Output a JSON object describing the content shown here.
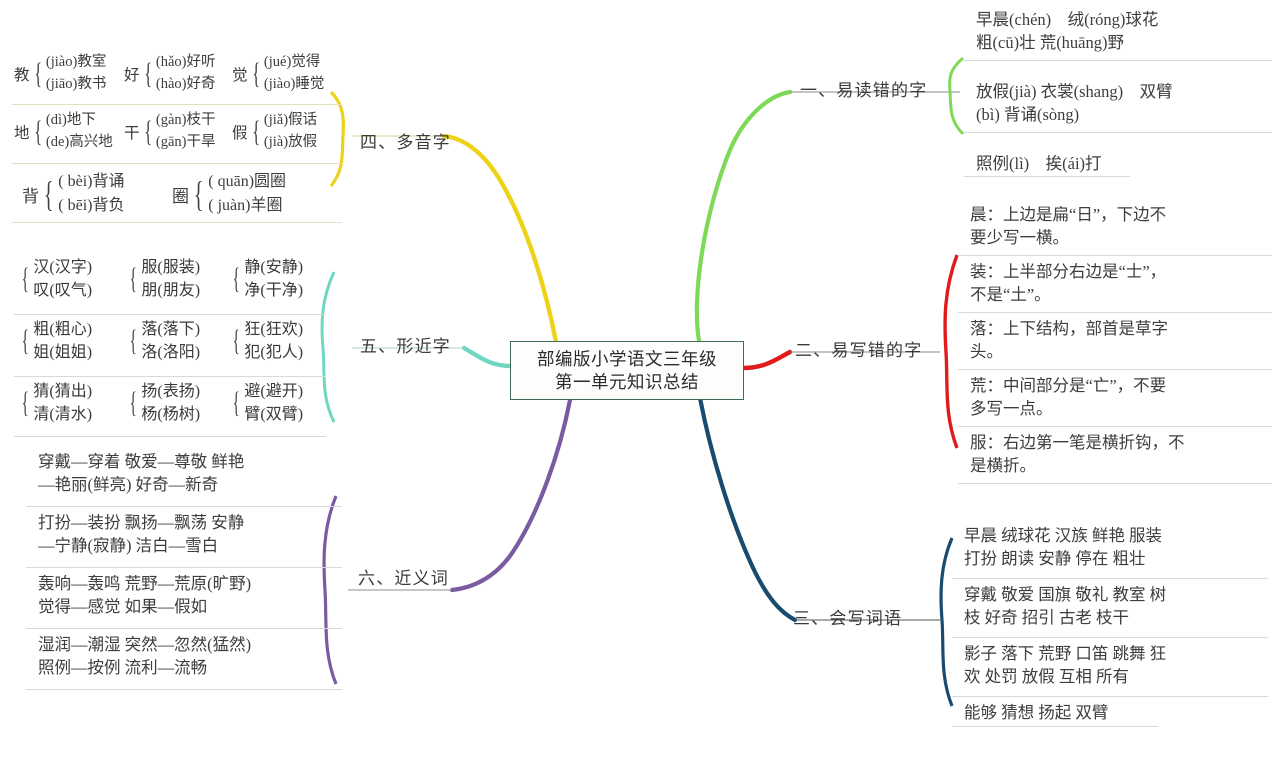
{
  "center": {
    "line1": "部编版小学语文三年级",
    "line2": "第一单元知识总结"
  },
  "colors": {
    "branch1_green": "#7ed957",
    "branch2_red": "#e01b1b",
    "branch3_navy": "#1a4a6e",
    "branch4_yellow": "#ecd31a",
    "branch5_teal": "#6fd7c0",
    "branch6_purple": "#7a5aa0",
    "node_border": "#3f6b57",
    "leaf_divider": "#d9d9d9",
    "text": "#3d3d3d"
  },
  "branches": {
    "b1": {
      "title": "一、易读错的字",
      "leaves": [
        "早晨(chén)　绒(róng)球花\n粗(cū)壮 荒(huāng)野",
        "放假(jià) 衣裳(shang)　双臂\n(bì) 背诵(sòng)",
        "照例(lì)　挨(ái)打"
      ]
    },
    "b2": {
      "title": "二、易写错的字",
      "leaves": [
        "晨：上边是扁“日”，下边不\n要少写一横。",
        "装：上半部分右边是“士”，\n不是“土”。",
        "落：上下结构，部首是草字\n头。",
        "荒：中间部分是“亡”，不要\n多写一点。",
        "服：右边第一笔是横折钩，不\n是横折。"
      ]
    },
    "b3": {
      "title": "三、会写词语",
      "leaves": [
        "早晨 绒球花 汉族 鲜艳 服装\n打扮 朗读 安静 停在 粗壮",
        "穿戴 敬爱 国旗 敬礼 教室 树\n枝 好奇 招引 古老 枝干",
        "影子 落下 荒野 口笛 跳舞 狂\n欢 处罚 放假 互相 所有",
        "能够 猜想 扬起 双臂"
      ]
    },
    "b4": {
      "title": "四、多音字",
      "rows": [
        [
          {
            "char": "教",
            "a": "(jiào)教室",
            "b": "(jiāo)教书"
          },
          {
            "char": "好",
            "a": "(hǎo)好听",
            "b": "(hào)好奇"
          },
          {
            "char": "觉",
            "a": "(jué)觉得",
            "b": "(jiào)睡觉"
          }
        ],
        [
          {
            "char": "地",
            "a": "(dì)地下",
            "b": "(de)高兴地"
          },
          {
            "char": "干",
            "a": "(gàn)枝干",
            "b": "(gān)干旱"
          },
          {
            "char": "假",
            "a": "(jiǎ)假话",
            "b": "(jià)放假"
          }
        ],
        [
          {
            "char": "背",
            "a": "( bèi)背诵",
            "b": "( bēi)背负"
          },
          {
            "char": "圈",
            "a": "( quān)圆圈",
            "b": "( juàn)羊圈"
          }
        ]
      ]
    },
    "b5": {
      "title": "五、形近字",
      "rows": [
        [
          {
            "a": "汉(汉字)",
            "b": "叹(叹气)"
          },
          {
            "a": "服(服装)",
            "b": "朋(朋友)"
          },
          {
            "a": "静(安静)",
            "b": "净(干净)"
          }
        ],
        [
          {
            "a": "粗(粗心)",
            "b": "姐(姐姐)"
          },
          {
            "a": "落(落下)",
            "b": "洛(洛阳)"
          },
          {
            "a": "狂(狂欢)",
            "b": "犯(犯人)"
          }
        ],
        [
          {
            "a": "猜(猜出)",
            "b": "清(清水)"
          },
          {
            "a": "扬(表扬)",
            "b": "杨(杨树)"
          },
          {
            "a": "避(避开)",
            "b": "臂(双臂)"
          }
        ]
      ]
    },
    "b6": {
      "title": "六、近义词",
      "leaves": [
        "穿戴—穿着 敬爱—尊敬 鲜艳\n—艳丽(鲜亮) 好奇—新奇",
        "打扮—装扮 飘扬—飘荡 安静\n—宁静(寂静) 洁白—雪白",
        "轰响—轰鸣 荒野—荒原(旷野)\n觉得—感觉 如果—假如",
        "湿润—潮湿 突然—忽然(猛然)\n照例—按例 流利—流畅"
      ]
    }
  }
}
